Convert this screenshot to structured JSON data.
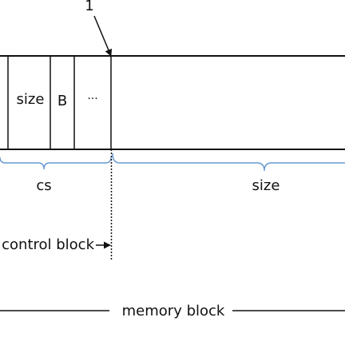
{
  "diagram": {
    "pointer_label": "1",
    "cells": [
      {
        "label": "size"
      },
      {
        "label": "B"
      },
      {
        "label": "···"
      }
    ],
    "brace_cs_label": "cs",
    "brace_size_label": "size",
    "control_block_label": "control block",
    "memory_block_label": "memory block",
    "colors": {
      "line": "#111111",
      "brace": "#6b9bd1",
      "background": "#ffffff"
    }
  }
}
